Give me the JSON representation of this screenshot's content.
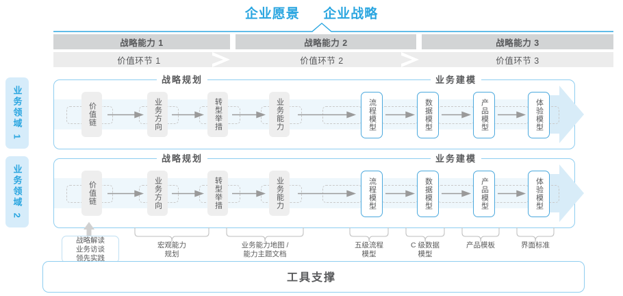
{
  "header": {
    "vision": "企业愿景",
    "strategy": "企业战略",
    "accent_color": "#2ba6e0"
  },
  "capabilities": [
    {
      "label": "战略能力 1"
    },
    {
      "label": "战略能力 2"
    },
    {
      "label": "战略能力 3"
    }
  ],
  "value_chain": [
    {
      "label": "价值环节 1"
    },
    {
      "label": "价值环节 2"
    },
    {
      "label": "价值环节 3"
    }
  ],
  "domains": [
    {
      "tab_label": "业务领域 1",
      "sections": [
        {
          "caption": "战略规划"
        },
        {
          "caption": "业务建模"
        }
      ],
      "nodes": [
        {
          "label": "价值链",
          "style": "gray"
        },
        {
          "label": "业务方向",
          "style": "gray"
        },
        {
          "label": "转型举措",
          "style": "gray"
        },
        {
          "label": "业务能力",
          "style": "gray"
        },
        {
          "label": "流程模型",
          "style": "blue"
        },
        {
          "label": "数据模型",
          "style": "blue"
        },
        {
          "label": "产品模型",
          "style": "blue"
        },
        {
          "label": "体验模型",
          "style": "blue"
        }
      ]
    },
    {
      "tab_label": "业务领域 2",
      "sections": [
        {
          "caption": "战略规划"
        },
        {
          "caption": "业务建模"
        }
      ],
      "nodes": [
        {
          "label": "价值链",
          "style": "gray"
        },
        {
          "label": "业务方向",
          "style": "gray"
        },
        {
          "label": "转型举措",
          "style": "gray"
        },
        {
          "label": "业务能力",
          "style": "gray"
        },
        {
          "label": "流程模型",
          "style": "blue"
        },
        {
          "label": "数据模型",
          "style": "blue"
        },
        {
          "label": "产品模型",
          "style": "blue"
        },
        {
          "label": "体验模型",
          "style": "blue"
        }
      ]
    }
  ],
  "tooling": {
    "title": "工具支撑",
    "callout": "战略解读\n业务访谈\n领先实践",
    "callout_lines": [
      "战略解读",
      "业务访谈",
      "领先实践"
    ],
    "labels": [
      {
        "lines": [
          "宏观能力",
          "规划"
        ]
      },
      {
        "lines": [
          "业务能力地图 /",
          "能力主题文档"
        ]
      },
      {
        "lines": [
          "五级流程",
          "模型"
        ]
      },
      {
        "lines": [
          "C 级数据",
          "模型"
        ]
      },
      {
        "lines": [
          "产品模板"
        ]
      },
      {
        "lines": [
          "界面标准"
        ]
      }
    ]
  },
  "colors": {
    "blue": "#2ba6e0",
    "light_blue_border": "#8ecdf0",
    "band": "#eef7fc",
    "arrow_band": "#d8ecf8",
    "cap_bar": "#d2d4d5",
    "vc_bar": "#ececec",
    "node_gray": "#eeeeee",
    "text_gray": "#58595b"
  }
}
